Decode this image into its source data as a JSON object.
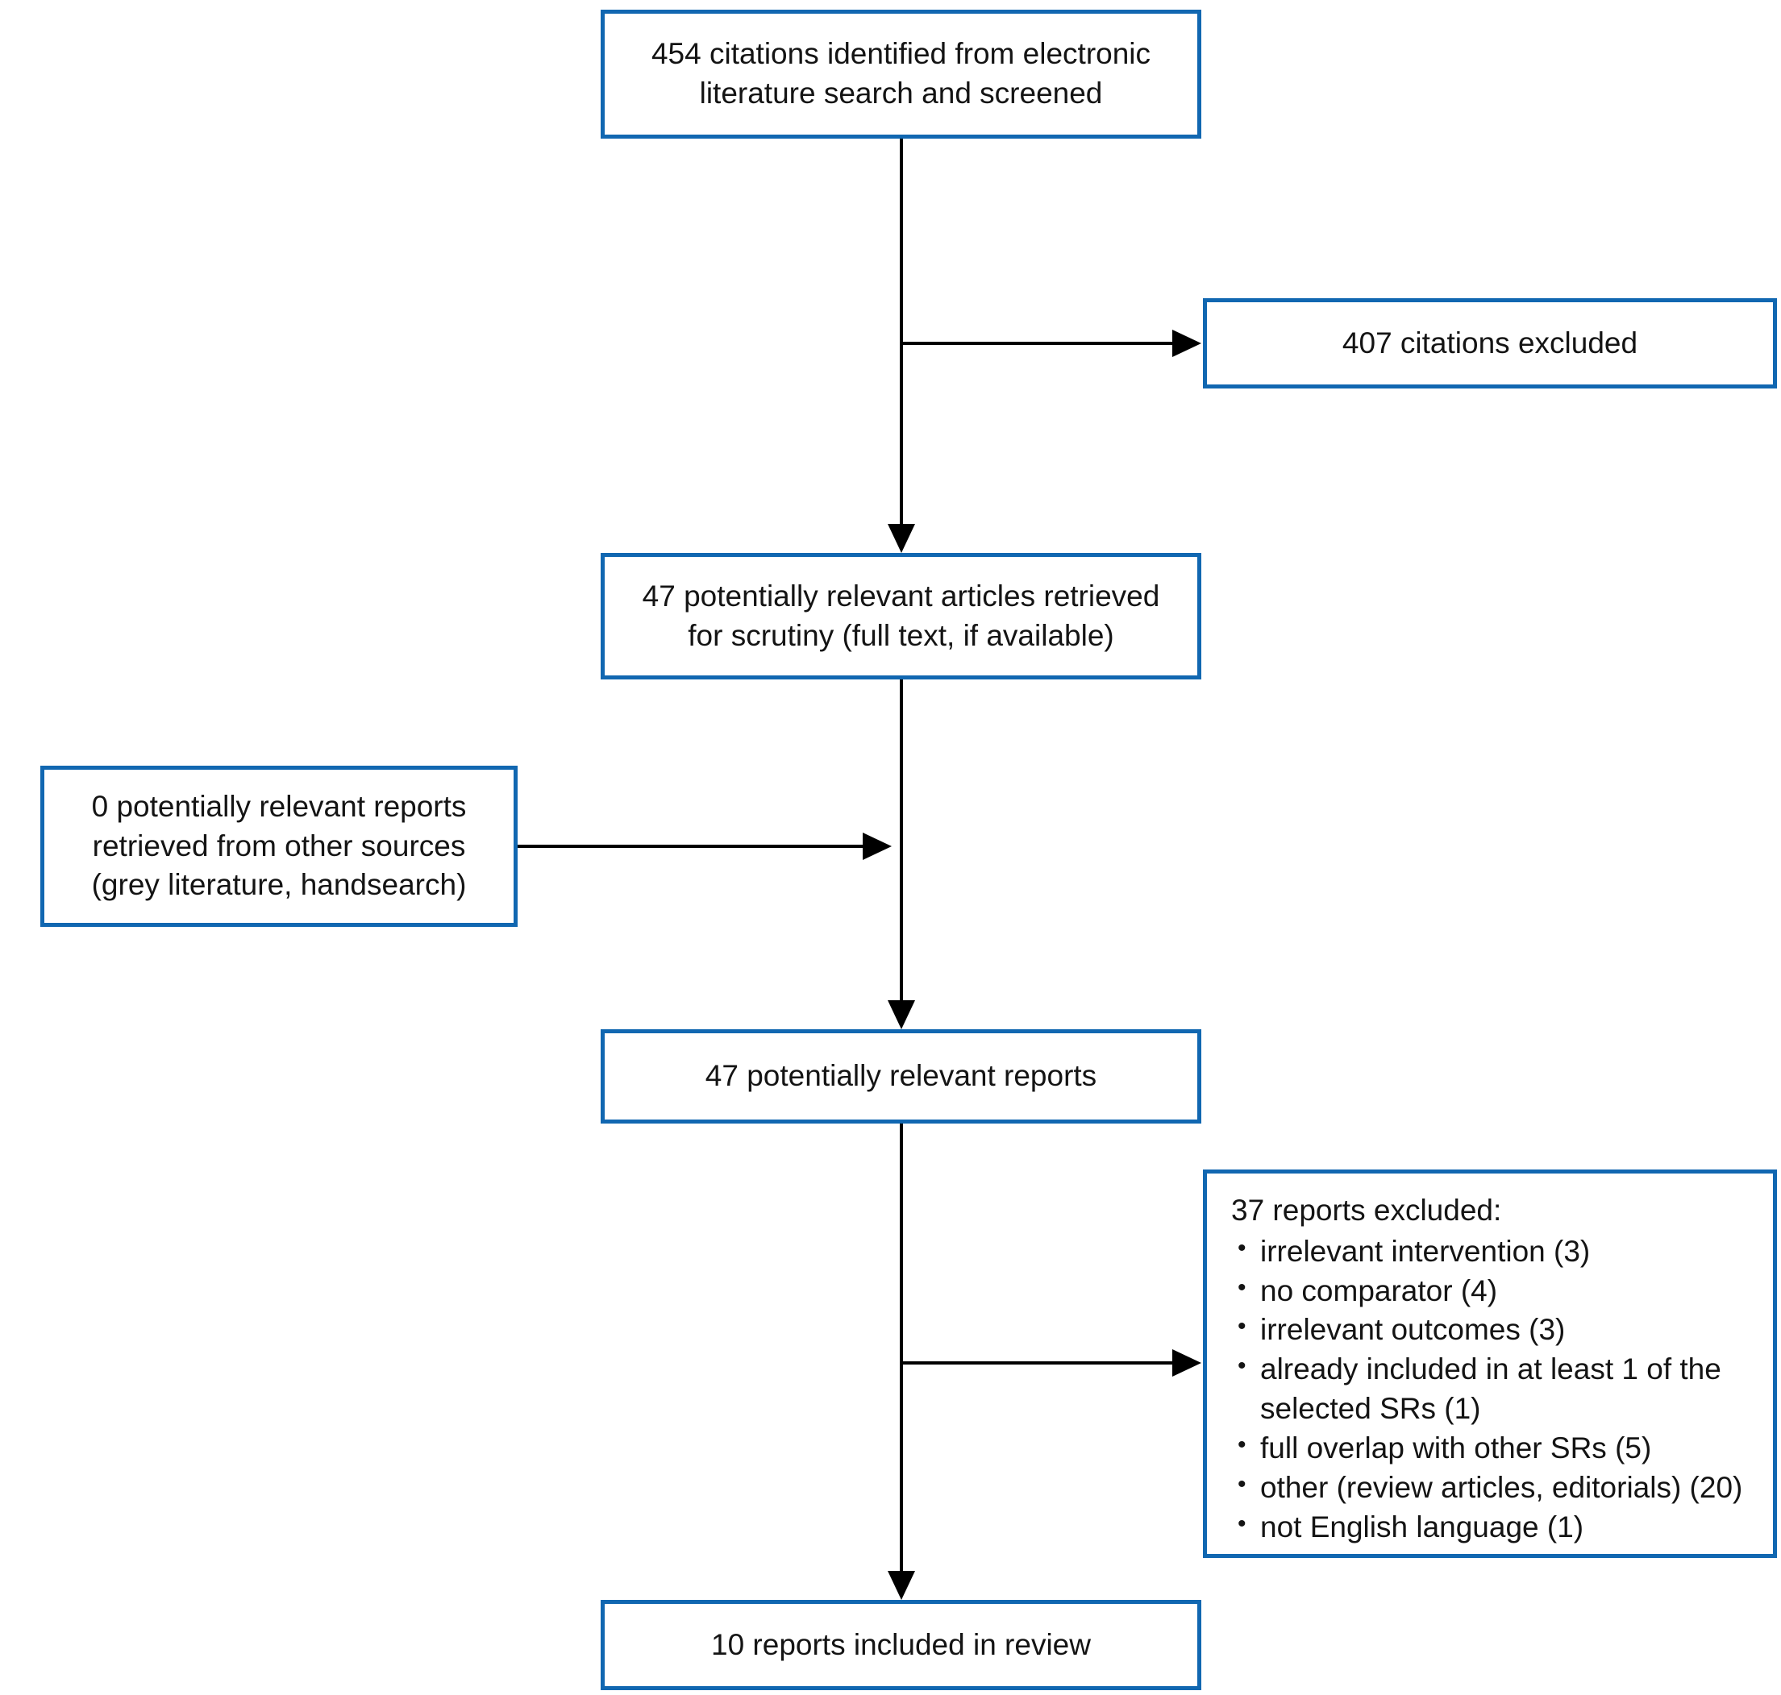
{
  "diagram": {
    "accent_color": "#1167b1",
    "line_color": "#000000",
    "boxes": {
      "identified": {
        "text": "454 citations identified from electronic literature search and screened"
      },
      "excluded1": {
        "text": "407 citations excluded"
      },
      "retrieved": {
        "text": "47 potentially relevant articles retrieved for scrutiny (full text, if available)"
      },
      "other_sources": {
        "text": "0 potentially relevant reports retrieved from other sources (grey literature, handsearch)"
      },
      "relevant_reports": {
        "text": "47 potentially relevant reports"
      },
      "excluded2": {
        "title": "37 reports excluded:",
        "items": [
          "irrelevant intervention (3)",
          "no comparator (4)",
          "irrelevant outcomes (3)",
          "already included in at least 1 of the selected SRs (1)",
          "full overlap with other SRs (5)",
          "other (review articles, editorials) (20)",
          "not English language (1)"
        ]
      },
      "included": {
        "text": "10 reports included in review"
      }
    }
  }
}
